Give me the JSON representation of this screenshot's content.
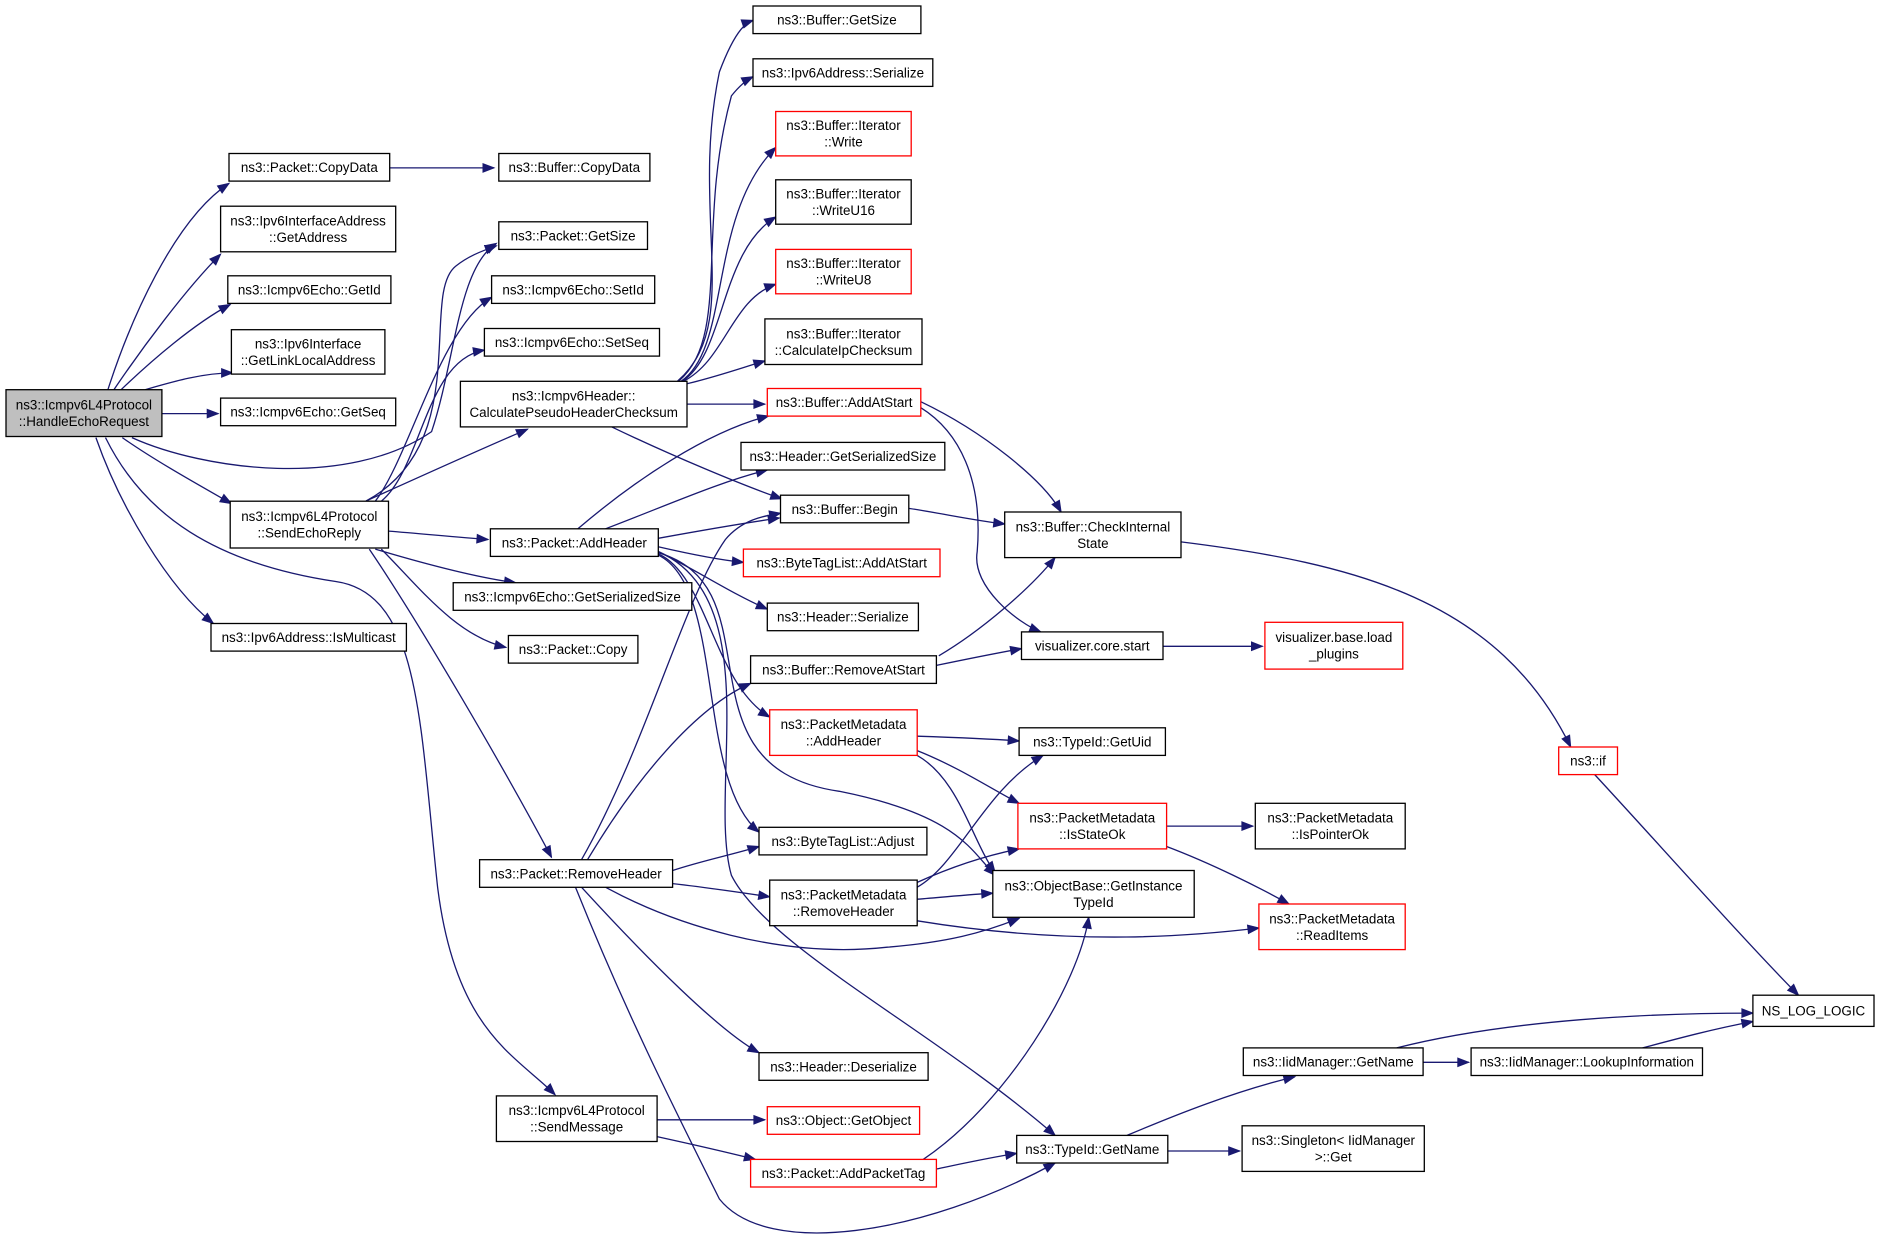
{
  "colors": {
    "edge": "#191970",
    "node_border": "#000000",
    "node_border_truncated": "#ff0000",
    "root_fill": "#bfbfbf",
    "node_fill": "#ffffff"
  },
  "nodes": [
    {
      "id": "handle_echo_request",
      "lines": [
        "ns3::Icmpv6L4Protocol",
        "::HandleEchoRequest"
      ],
      "root": true
    },
    {
      "id": "packet_copydata",
      "lines": [
        "ns3::Packet::CopyData"
      ]
    },
    {
      "id": "buffer_copydata",
      "lines": [
        "ns3::Buffer::CopyData"
      ]
    },
    {
      "id": "ipv6ifaddr_getaddress",
      "lines": [
        "ns3::Ipv6InterfaceAddress",
        "::GetAddress"
      ]
    },
    {
      "id": "echo_getid",
      "lines": [
        "ns3::Icmpv6Echo::GetId"
      ]
    },
    {
      "id": "ipv6if_getlinklocal",
      "lines": [
        "ns3::Ipv6Interface",
        "::GetLinkLocalAddress"
      ]
    },
    {
      "id": "echo_getseq",
      "lines": [
        "ns3::Icmpv6Echo::GetSeq"
      ]
    },
    {
      "id": "send_echo_reply",
      "lines": [
        "ns3::Icmpv6L4Protocol",
        "::SendEchoReply"
      ]
    },
    {
      "id": "ipv6addr_ismulticast",
      "lines": [
        "ns3::Ipv6Address::IsMulticast"
      ]
    },
    {
      "id": "packet_getsize",
      "lines": [
        "ns3::Packet::GetSize"
      ]
    },
    {
      "id": "echo_setid",
      "lines": [
        "ns3::Icmpv6Echo::SetId"
      ]
    },
    {
      "id": "echo_setseq",
      "lines": [
        "ns3::Icmpv6Echo::SetSeq"
      ]
    },
    {
      "id": "calc_pseudo_checksum",
      "lines": [
        "ns3::Icmpv6Header::",
        "CalculatePseudoHeaderChecksum"
      ]
    },
    {
      "id": "packet_addheader",
      "lines": [
        "ns3::Packet::AddHeader"
      ]
    },
    {
      "id": "echo_getserializedsize",
      "lines": [
        "ns3::Icmpv6Echo::GetSerializedSize"
      ]
    },
    {
      "id": "packet_copy",
      "lines": [
        "ns3::Packet::Copy"
      ]
    },
    {
      "id": "packet_removeheader",
      "lines": [
        "ns3::Packet::RemoveHeader"
      ]
    },
    {
      "id": "send_message",
      "lines": [
        "ns3::Icmpv6L4Protocol",
        "::SendMessage"
      ]
    },
    {
      "id": "buffer_getsize",
      "lines": [
        "ns3::Buffer::GetSize"
      ]
    },
    {
      "id": "ipv6addr_serialize",
      "lines": [
        "ns3::Ipv6Address::Serialize"
      ]
    },
    {
      "id": "iter_write",
      "lines": [
        "ns3::Buffer::Iterator",
        "::Write"
      ],
      "truncated": true
    },
    {
      "id": "iter_writeu16",
      "lines": [
        "ns3::Buffer::Iterator",
        "::WriteU16"
      ]
    },
    {
      "id": "iter_writeu8",
      "lines": [
        "ns3::Buffer::Iterator",
        "::WriteU8"
      ],
      "truncated": true
    },
    {
      "id": "iter_calc_ipchecksum",
      "lines": [
        "ns3::Buffer::Iterator",
        "::CalculateIpChecksum"
      ]
    },
    {
      "id": "buffer_addatstart",
      "lines": [
        "ns3::Buffer::AddAtStart"
      ],
      "truncated": true
    },
    {
      "id": "header_getserializedsize",
      "lines": [
        "ns3::Header::GetSerializedSize"
      ]
    },
    {
      "id": "buffer_begin",
      "lines": [
        "ns3::Buffer::Begin"
      ]
    },
    {
      "id": "bytetaglist_addatstart",
      "lines": [
        "ns3::ByteTagList::AddAtStart"
      ],
      "truncated": true
    },
    {
      "id": "header_serialize",
      "lines": [
        "ns3::Header::Serialize"
      ]
    },
    {
      "id": "buffer_removeatstart",
      "lines": [
        "ns3::Buffer::RemoveAtStart"
      ]
    },
    {
      "id": "pktmeta_addheader",
      "lines": [
        "ns3::PacketMetadata",
        "::AddHeader"
      ],
      "truncated": true
    },
    {
      "id": "bytetaglist_adjust",
      "lines": [
        "ns3::ByteTagList::Adjust"
      ]
    },
    {
      "id": "pktmeta_removeheader",
      "lines": [
        "ns3::PacketMetadata",
        "::RemoveHeader"
      ]
    },
    {
      "id": "header_deserialize",
      "lines": [
        "ns3::Header::Deserialize"
      ]
    },
    {
      "id": "object_getobject",
      "lines": [
        "ns3::Object::GetObject"
      ],
      "truncated": true
    },
    {
      "id": "packet_addpackettag",
      "lines": [
        "ns3::Packet::AddPacketTag"
      ],
      "truncated": true
    },
    {
      "id": "buffer_checkinternalstate",
      "lines": [
        "ns3::Buffer::CheckInternal",
        "State"
      ]
    },
    {
      "id": "visualizer_core_start",
      "lines": [
        "visualizer.core.start"
      ]
    },
    {
      "id": "typeid_getuid",
      "lines": [
        "ns3::TypeId::GetUid"
      ]
    },
    {
      "id": "pktmeta_isstateok",
      "lines": [
        "ns3::PacketMetadata",
        "::IsStateOk"
      ],
      "truncated": true
    },
    {
      "id": "objectbase_getinstancetypeid",
      "lines": [
        "ns3::ObjectBase::GetInstance",
        "TypeId"
      ]
    },
    {
      "id": "typeid_getname",
      "lines": [
        "ns3::TypeId::GetName"
      ]
    },
    {
      "id": "visualizer_base_loadplugins",
      "lines": [
        "visualizer.base.load",
        "_plugins"
      ],
      "truncated": true
    },
    {
      "id": "pktmeta_ispointerok",
      "lines": [
        "ns3::PacketMetadata",
        "::IsPointerOk"
      ]
    },
    {
      "id": "pktmeta_readitems",
      "lines": [
        "ns3::PacketMetadata",
        "::ReadItems"
      ],
      "truncated": true
    },
    {
      "id": "iidmanager_getname",
      "lines": [
        "ns3::IidManager::GetName"
      ]
    },
    {
      "id": "singleton_iidmanager_get",
      "lines": [
        "ns3::Singleton< IidManager",
        ">::Get"
      ]
    },
    {
      "id": "ns3_if",
      "lines": [
        "ns3::if"
      ],
      "truncated": true
    },
    {
      "id": "iidmanager_lookupinformation",
      "lines": [
        "ns3::IidManager::LookupInformation"
      ]
    },
    {
      "id": "ns_log_logic",
      "lines": [
        "NS_LOG_LOGIC"
      ]
    }
  ]
}
